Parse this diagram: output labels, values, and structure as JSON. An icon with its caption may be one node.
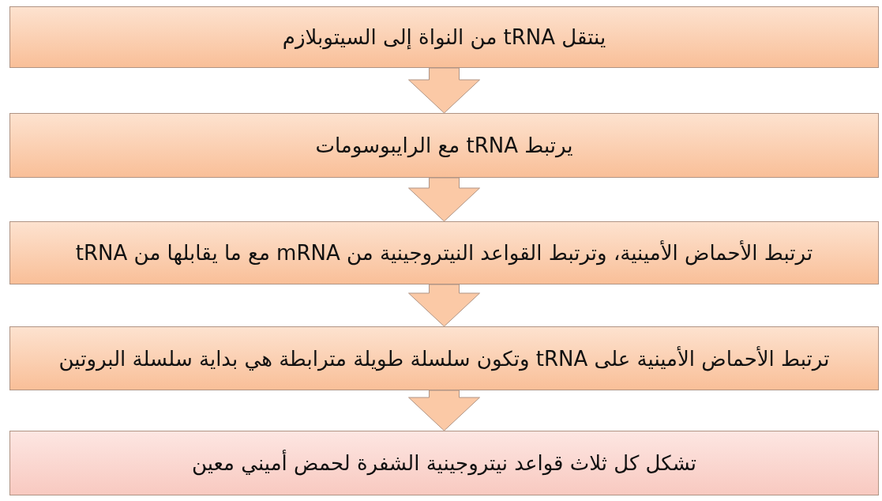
{
  "diagram": {
    "nodes": [
      {
        "text": [
          "ينتقل tRNA من النواة إلى السيتوبلازم"
        ]
      },
      {
        "text": [
          "يرتبط tRNA مع الرايبوسومات"
        ]
      },
      {
        "text": [
          "ترتبط الأحماض الأمينية، وترتبط القواعد النيتروجينية من mRNA مع ما يقابلها من tRNA"
        ]
      },
      {
        "text": [
          "ترتبط الأحماض الأمينية على tRNA وتكون سلسلة طويلة مترابطة هي بداية سلسلة البروتين"
        ]
      },
      {
        "text": [
          "تشكل كل ثلاث قواعد نيتروجينية الشفرة لحمض أميني معين"
        ]
      }
    ],
    "edges": [
      {
        "from": 0,
        "to": 1,
        "arrow": "to"
      },
      {
        "from": 1,
        "to": 2,
        "arrow": "to"
      },
      {
        "from": 2,
        "to": 3,
        "arrow": "to"
      },
      {
        "from": 3,
        "to": 4,
        "arrow": "to"
      }
    ]
  }
}
